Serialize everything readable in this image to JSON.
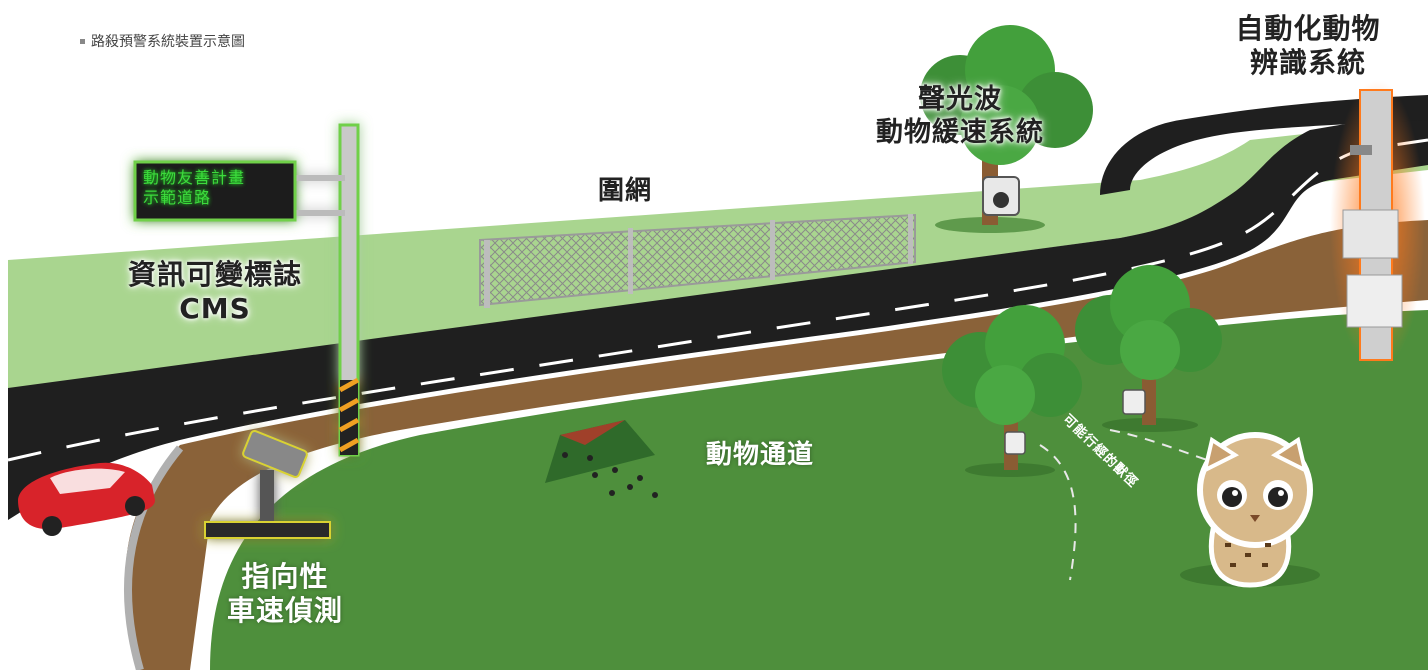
{
  "caption": "路殺預警系統裝置示意圖",
  "labels": {
    "cms_line1": "資訊可變標誌",
    "cms_line2": "CMS",
    "speed_line1": "指向性",
    "speed_line2": "車速偵測",
    "fence": "圍網",
    "deterrent_line1": "聲光波",
    "deterrent_line2": "動物緩速系統",
    "recognition_line1": "自動化動物",
    "recognition_line2": "辨識系統",
    "passage": "動物通道",
    "animal_path": "可能行經的獸徑"
  },
  "cms_display": {
    "line1": "動物友善計畫",
    "line2": "示範道路"
  },
  "colors": {
    "road": "#1f1f1f",
    "grass_light": "#a9d58f",
    "grass_dark": "#4e8f3c",
    "dirt": "#8a6239",
    "glow_green": "#8be05a",
    "glow_orange": "#ff7a1c",
    "car_red": "#d8232a"
  },
  "icons": [
    "car-icon",
    "speed-camera-icon",
    "cms-sign-icon",
    "fence-icon",
    "tree-icon",
    "trail-camera-icon",
    "leopard-cat-icon",
    "recognition-pole-icon"
  ]
}
